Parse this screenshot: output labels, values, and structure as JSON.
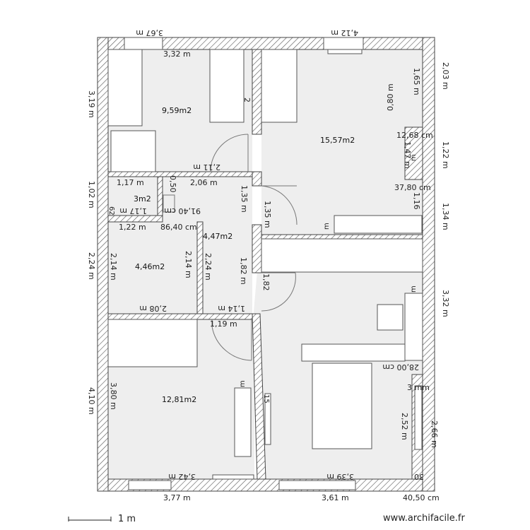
{
  "rooms": {
    "room_nw": "9,59m2",
    "room_ne": "15,57m2",
    "room_small": "3m2",
    "room_w_mid": "4,46m2",
    "room_hall": "4,47m2",
    "room_sw": "12,81m2"
  },
  "dims": {
    "top_left": "3,67 m",
    "top_right": "4,12 m",
    "inner_top_left": "3,32 m",
    "left_1": "3,19 m",
    "left_2": "1,02 m",
    "left_3": "2,24 m",
    "left_4": "4,10 m",
    "right_1": "2,03 m",
    "right_2": "1,22 m",
    "right_3": "1,34 m",
    "right_4": "3,32 m",
    "right_5": "2,66 m",
    "bottom_left": "3,77 m",
    "bottom_right": "3,61 m",
    "bottom_corner": "40,50 cm",
    "inner_bottom_left": "3,42 m",
    "inner_bottom_right": "3,39 m",
    "d_165": "1,65 m",
    "d_080": "0,80 m",
    "d_1268": "12,68 cm",
    "d_147": "1,47 m",
    "d_3780": "37,80 cm",
    "d_116": "1,16",
    "d_211": "2,11 m",
    "d_206": "2,06 m",
    "d_117a": "1,17 m",
    "d_117b": "1,17 m",
    "d_050": "0,50",
    "d_4191": "91,40 cm",
    "d_135a": "1,35 m",
    "d_135b": "1,35 m",
    "d_122": "1,22 m",
    "d_8640": "86,40 cm",
    "d_214a": "2,14 m",
    "d_214b": "2,14 m",
    "d_224": "2,24 m",
    "d_182a": "1,82 m",
    "d_182b": "1,82",
    "d_208": "2,08 m",
    "d_114": "1,14 m",
    "d_119": "1,19 m",
    "d_380": "3,80 m",
    "d_252": "2,52 m",
    "d_2800": "28,00 cm",
    "d_3mm": "3 mm",
    "d_30": "30",
    "d_2": "2",
    "d_62": "62",
    "d_m1": "m",
    "d_m2": "m",
    "d_m3": "m",
    "d_m4": "m",
    "d_15": "15"
  },
  "footer": {
    "scale_label": "1 m",
    "site": "www.archifacile.fr"
  }
}
